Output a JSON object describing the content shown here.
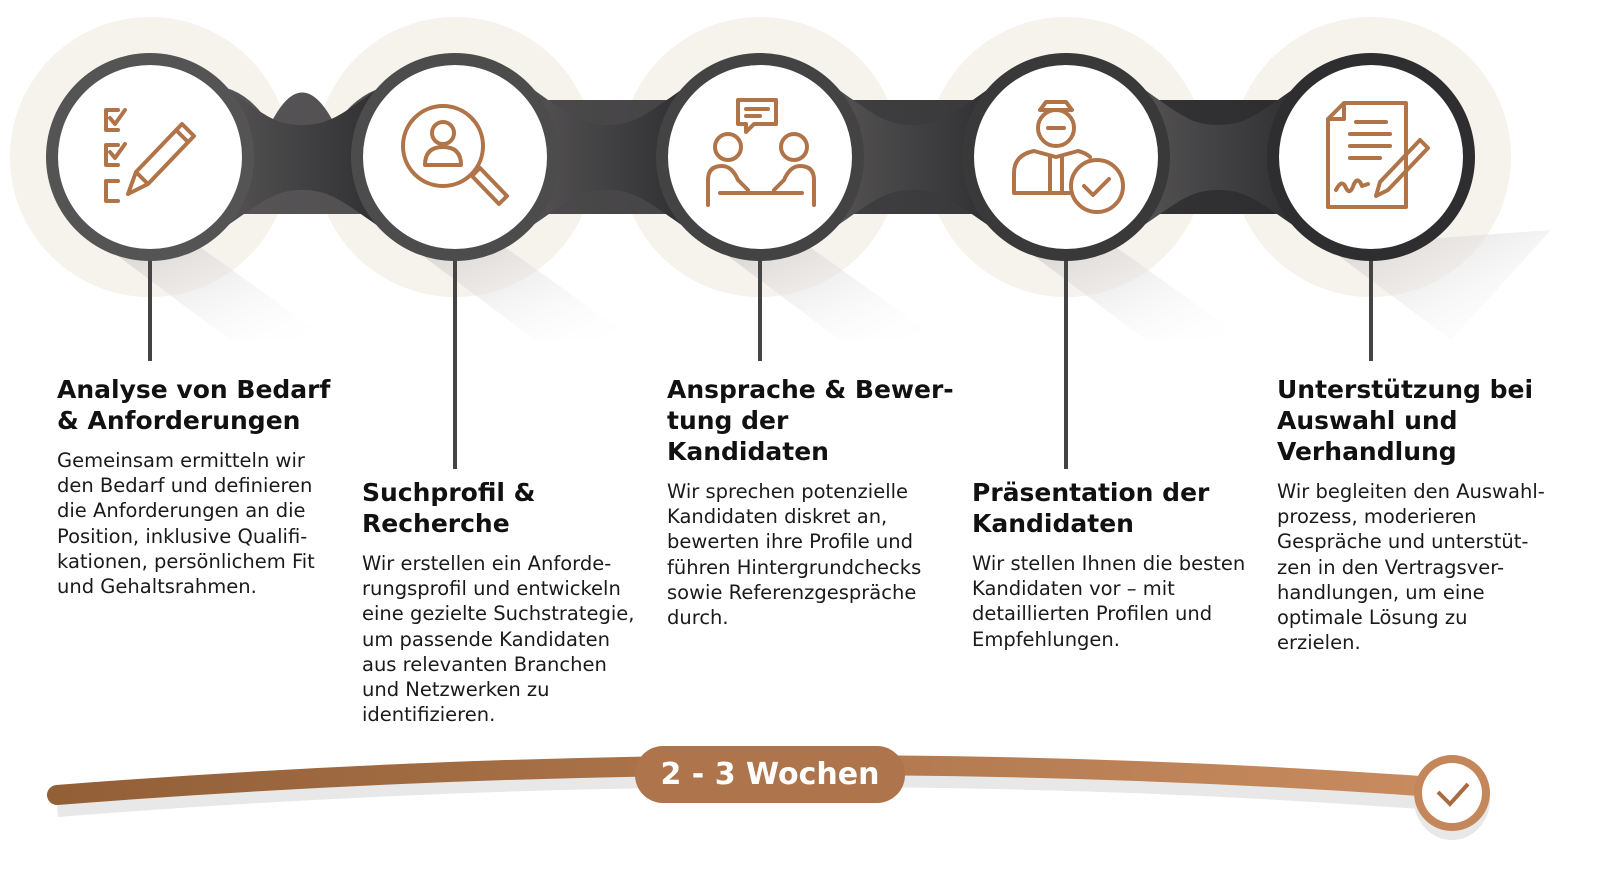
{
  "steps": [
    {
      "icon": "checklist-pencil-icon",
      "title": "Analyse von Bedarf\n& Anforderungen",
      "text": "Gemeinsam ermitteln wir\nden Bedarf und definieren\ndie Anforderungen an die\nPosition, inklusive Qualifi-\nkationen, persönlichem Fit\nund Gehaltsrahmen."
    },
    {
      "icon": "person-search-icon",
      "title": "Suchprofil &\nRecherche",
      "text": "Wir erstellen ein Anforde-\nrungsprofil und entwickeln\neine gezielte Suchstrategie,\num passende Kandidaten\naus relevanten Branchen\nund Netzwerken zu\nidentifizieren."
    },
    {
      "icon": "conversation-icon",
      "title": "Ansprache & Bewer-\ntung der Kandidaten",
      "text": "Wir sprechen potenzielle\nKandidaten diskret an,\nbewerten ihre Profile und\nführen Hintergrundchecks\nsowie Referenzgespräche\ndurch."
    },
    {
      "icon": "candidate-approved-icon",
      "title": "Präsentation der\nKandidaten",
      "text": "Wir stellen Ihnen die besten\nKandidaten vor – mit\ndetaillierten Profilen und\nEmpfehlungen."
    },
    {
      "icon": "contract-signing-icon",
      "title": "Unterstützung bei\nAuswahl und\nVerhandlung",
      "text": "Wir begleiten den Auswahl-\nprozess, moderieren\nGespräche und unterstüt-\nzen in den Vertragsver-\nhandlungen, um eine\noptimale Lösung zu\nerzielen."
    }
  ],
  "timeline": {
    "label": "2 - 3 Wochen",
    "end_icon": "check-icon"
  },
  "colors": {
    "accent": "#b07448",
    "dark": "#3a3a3a",
    "halo": "#f6f2ec"
  }
}
